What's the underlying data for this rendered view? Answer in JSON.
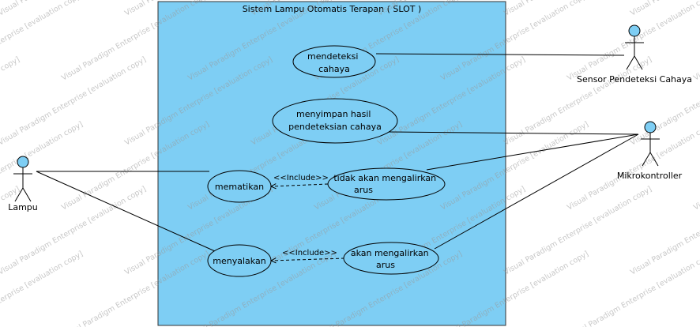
{
  "system": {
    "title": "Sistem Lampu Otomatis Terapan ( SLOT )"
  },
  "actors": {
    "lampu": "Lampu",
    "sensor": "Sensor Pendeteksi Cahaya",
    "mikro": "Mikrokontroller"
  },
  "use_cases": {
    "mendeteksi": [
      "mendeteksi",
      "cahaya"
    ],
    "menyimpan": [
      "menyimpan hasil",
      "pendeteksian cahaya"
    ],
    "mematikan": [
      "mematikan"
    ],
    "tidak_alir": [
      "tidak akan mengalirkan",
      "arus"
    ],
    "menyalakan": [
      "menyalakan"
    ],
    "alir": [
      "akan mengalirkan",
      "arus"
    ]
  },
  "relations": {
    "include_label": "<<Include>>"
  },
  "watermark": {
    "text": "Visual Paradigm Enterprise [evaluation copy]"
  },
  "colors": {
    "system_fill": "#7ecef4",
    "usecase_fill": "#7ecef4",
    "actor_head": "#7ecef4",
    "line": "#000000"
  }
}
